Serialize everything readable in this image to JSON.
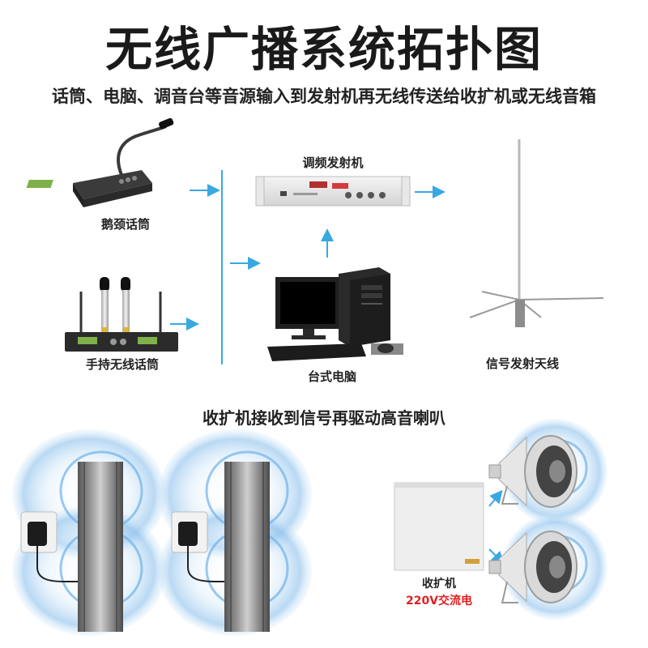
{
  "header": {
    "title": "无线广播系统拓扑图",
    "subtitle": "话筒、电脑、调音台等音源输入到发射机再无线传送给收扩机或无线音箱"
  },
  "labels": {
    "gooseneck_mic": "鹅颈话筒",
    "handheld_mic": "手持无线话筒",
    "fm_transmitter": "调频发射机",
    "desktop_pc": "台式电脑",
    "antenna": "信号发射天线",
    "receiver_amp": "收扩机",
    "power": "220V交流电"
  },
  "section2": {
    "title": "收扩机接收到信号再驱动高音喇叭"
  },
  "colors": {
    "arrow": "#3aa8e0",
    "line": "#3aa8e0",
    "power_text": "#e02020",
    "glow": "#8fc3ee"
  },
  "icons": [
    "gooseneck-mic-icon",
    "wireless-mic-icon",
    "fm-transmitter-icon",
    "desktop-pc-icon",
    "antenna-icon",
    "column-speaker-icon",
    "power-adapter-icon",
    "receiver-box-icon",
    "horn-speaker-icon"
  ]
}
